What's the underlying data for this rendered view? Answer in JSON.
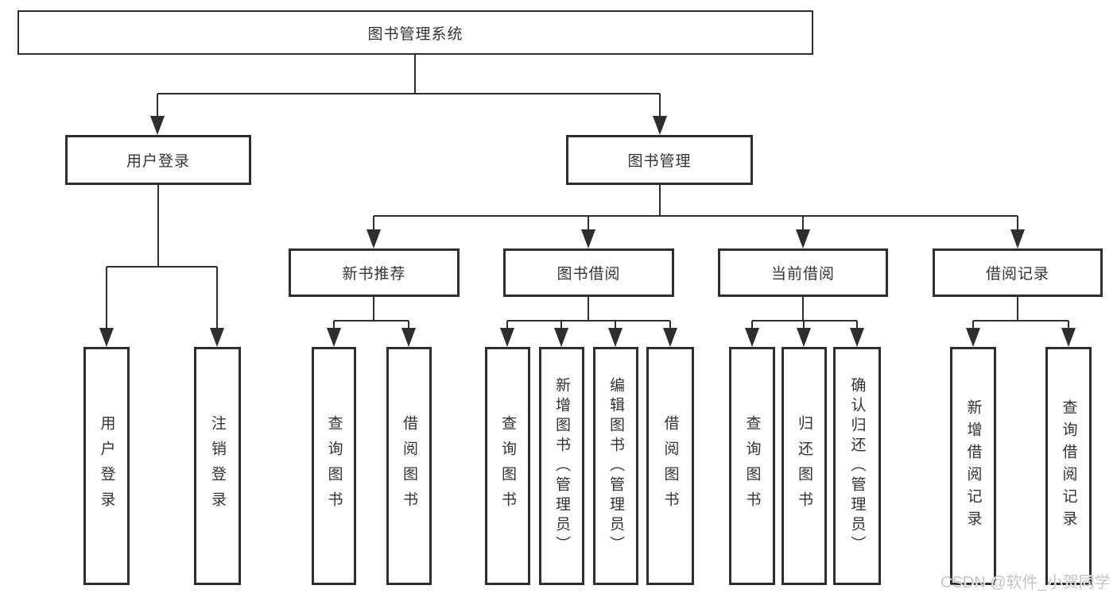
{
  "diagram": {
    "root": {
      "label": "图书管理系统"
    },
    "level2": [
      {
        "label": "用户登录"
      },
      {
        "label": "图书管理"
      }
    ],
    "level3": [
      {
        "label": "新书推荐"
      },
      {
        "label": "图书借阅"
      },
      {
        "label": "当前借阅"
      },
      {
        "label": "借阅记录"
      }
    ],
    "leaves": {
      "user_login": [
        "用户登录",
        "注销登录"
      ],
      "new_book_recommend": [
        "查询图书",
        "借阅图书"
      ],
      "book_borrow": [
        "查询图书",
        "新增图书（管理员）",
        "编辑图书（管理员）",
        "借阅图书"
      ],
      "current_borrow": [
        "查询图书",
        "归还图书",
        "确认归还（管理员）"
      ],
      "borrow_records": [
        "新增借阅记录",
        "查询借阅记录"
      ]
    },
    "watermark": "CSDN @软件_小贺同学",
    "colors": {
      "line": "#333333",
      "text": "#333333",
      "watermark": "#c4c4c4",
      "background": "#ffffff"
    }
  }
}
